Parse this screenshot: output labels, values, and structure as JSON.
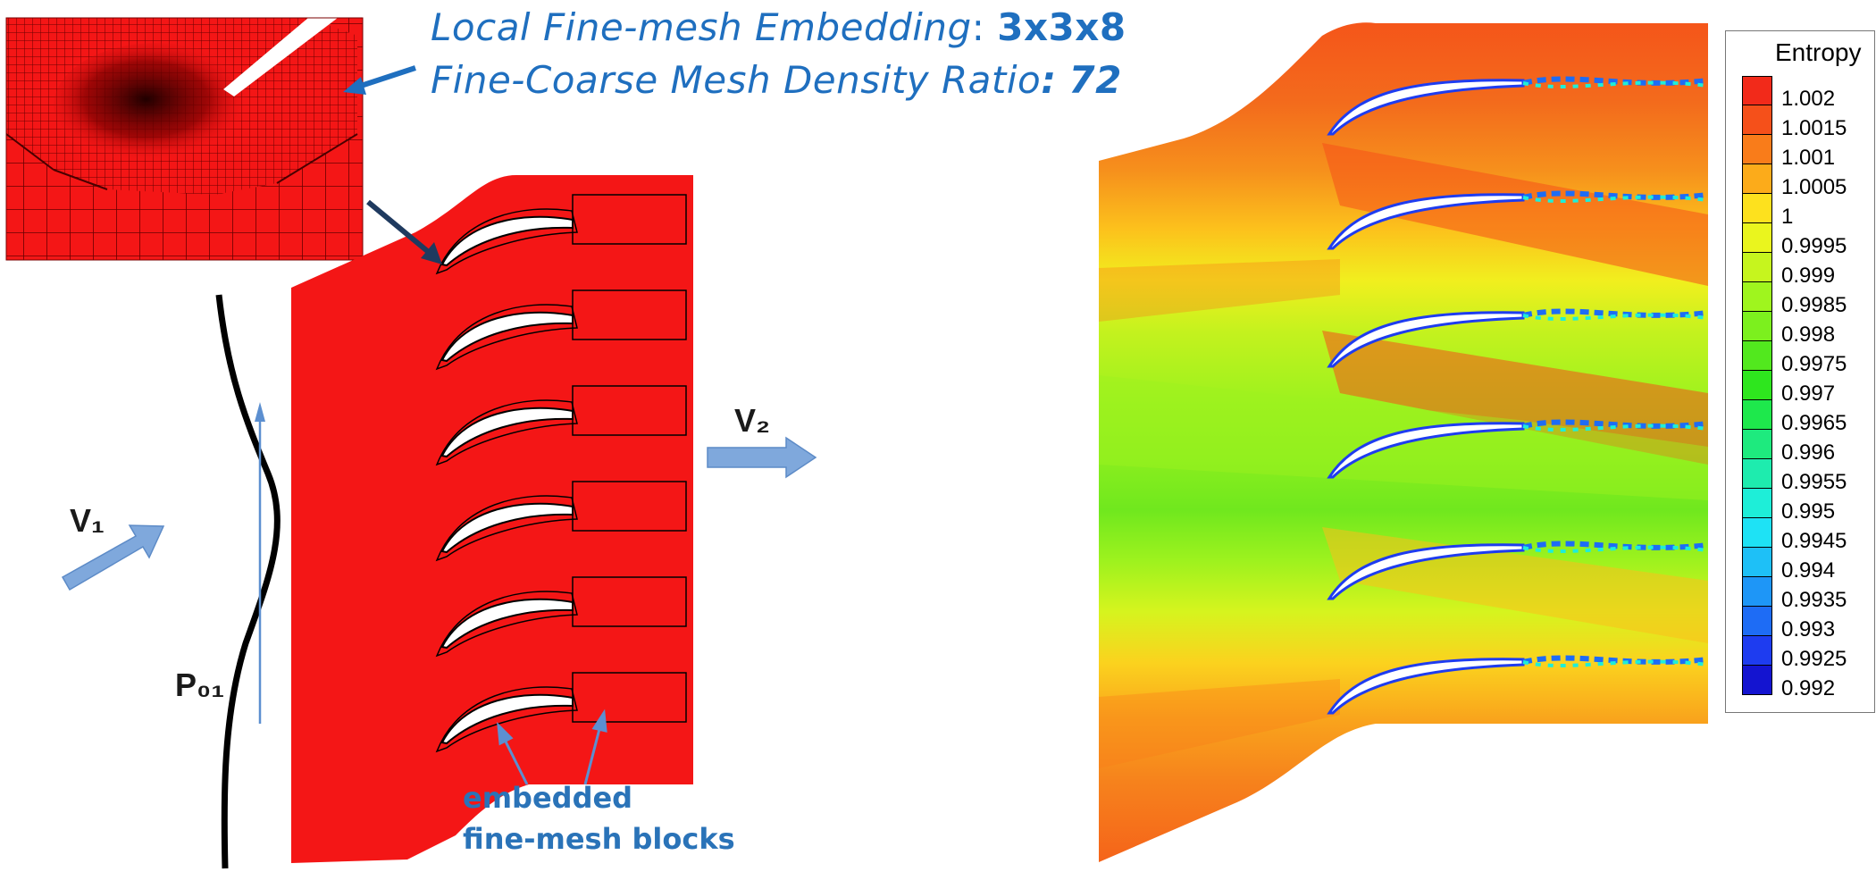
{
  "title": {
    "line1_prefix": "Local Fine-mesh Embedding",
    "line1_sep": ":",
    "line1_value": "3x3x8",
    "line2_prefix": "Fine-Coarse Mesh Density Ratio",
    "line2_sep": ":",
    "line2_value": "72"
  },
  "labels": {
    "v1": "V₁",
    "v2": "V₂",
    "p01": "P₀₁",
    "note_line1": "embedded",
    "note_line2": "fine-mesh blocks"
  },
  "legend": {
    "title": "Entropy",
    "entries": [
      {
        "value": "1.002",
        "color": "#f22a1a"
      },
      {
        "value": "1.0015",
        "color": "#f5501a"
      },
      {
        "value": "1.001",
        "color": "#f97c1a"
      },
      {
        "value": "1.0005",
        "color": "#fcab1a"
      },
      {
        "value": "1",
        "color": "#fde11e"
      },
      {
        "value": "0.9995",
        "color": "#eaf51e"
      },
      {
        "value": "0.999",
        "color": "#c6f51e"
      },
      {
        "value": "0.9985",
        "color": "#9ff51e"
      },
      {
        "value": "0.998",
        "color": "#7cf01e"
      },
      {
        "value": "0.9975",
        "color": "#52e81e"
      },
      {
        "value": "0.997",
        "color": "#2ee61e"
      },
      {
        "value": "0.9965",
        "color": "#1ee84c"
      },
      {
        "value": "0.996",
        "color": "#1eea7e"
      },
      {
        "value": "0.9955",
        "color": "#1eecae"
      },
      {
        "value": "0.995",
        "color": "#1eeed8"
      },
      {
        "value": "0.9945",
        "color": "#1ee2f5"
      },
      {
        "value": "0.994",
        "color": "#1ec0f7"
      },
      {
        "value": "0.9935",
        "color": "#1e96f7"
      },
      {
        "value": "0.993",
        "color": "#1e6cf5"
      },
      {
        "value": "0.9925",
        "color": "#1e3cf0"
      },
      {
        "value": "0.992",
        "color": "#1414d0"
      }
    ]
  },
  "colors": {
    "mesh_red": "#f41616",
    "accent_blue": "#1f6fbf",
    "arrow_blue": "#7fa8dc",
    "pointer_navy": "#1f3a5f"
  }
}
